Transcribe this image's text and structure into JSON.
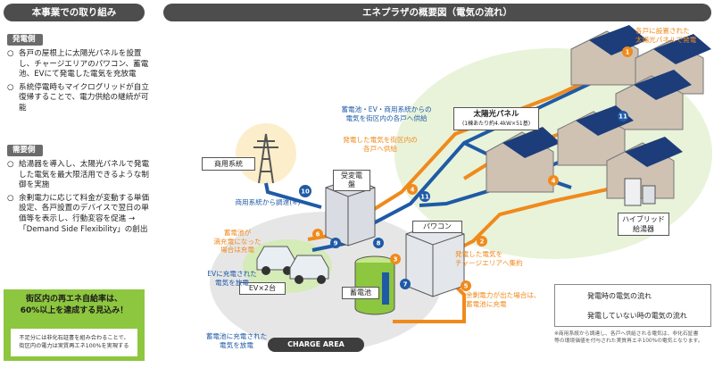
{
  "left": {
    "header": "本事業での取り組み",
    "gen_label": "発電側",
    "gen_bullets": [
      "各戸の屋根上に太陽光パネルを設置し、チャージエリアのパワコン、蓄電池、EVにて発電した電気を充放電",
      "系統停電時もマイクログリッドが自立復帰することで、電力供給の継続が可能"
    ],
    "demand_label": "需要側",
    "demand_bullets": [
      "給湯器を導入し、太陽光パネルで発電した電気を最大限活用できるような制御を実施",
      "余剰電力に応じて料金が変動する単価設定、各戸設置のデバイスで翌日の単価等を表示し、行動変容を促進 →「Demand Side Flexibility」の創出"
    ],
    "bullet_mark": "○",
    "goal_line1": "街区内の再エネ自給率は、",
    "goal_line2": "60%以上を達成する見込み！",
    "note_line1": "不足分には非化石証書を組み合わることで、",
    "note_line2": "街区内の電力は実質再エネ100%を実現する"
  },
  "right": {
    "header": "エネプラザの概要図（電気の流れ）",
    "commercial_grid": "商用系統",
    "substation_line1": "受変電",
    "substation_line2": "盤",
    "solar_title": "太陽光パネル",
    "solar_sub": "(1棟あたり約4.4kW×51基)",
    "pcs": "パワコン",
    "battery": "蓄電池",
    "ev": "EV×2台",
    "water_heater_line1": "ハイブリッド",
    "water_heater_line2": "給湯器",
    "charge_area": "CHARGE AREA",
    "ann_1_line1": "各戸に設置された",
    "ann_1_line2": "太陽光パネルで発電",
    "ann_11_line1": "蓄電池・EV・商用系統からの",
    "ann_11_line2": "電気を街区内の各戸へ供給",
    "ann_4_line1": "発電した電気を街区内の",
    "ann_4_line2": "各戸へ供給",
    "ann_10": "商用系統から調達(※)",
    "ann_ev_full_line1": "蓄電池が",
    "ann_ev_full_line2": "満充電になった",
    "ann_ev_full_line3": "場合は充電",
    "ann_ev_discharge_line1": "EVに充電された",
    "ann_ev_discharge_line2": "電気を放電",
    "ann_2_line1": "発電した電気を",
    "ann_2_line2": "チャージエリアへ集約",
    "ann_5_line1": "余剰電力が出た場合は、",
    "ann_5_line2": "蓄電池に充電",
    "ann_batt_discharge_line1": "蓄電池に充電された",
    "ann_batt_discharge_line2": "電気を放電",
    "legend_orange": "発電時の電気の流れ",
    "legend_blue": "発電していない時の電気の流れ",
    "footnote_line1": "※商用系統から調達し、各戸へ供給される電気は、非化石証書",
    "footnote_line2": "等の環境価値を付与された実質再エネ100%の電気となります。",
    "num_1": "1",
    "num_2": "2",
    "num_3": "3",
    "num_4": "4",
    "num_5": "5",
    "num_6": "6",
    "num_7": "7",
    "num_8": "8",
    "num_9": "9",
    "num_10": "10",
    "num_11": "11"
  },
  "colors": {
    "orange": "#f08a1c",
    "blue": "#1f5aa6",
    "green": "#8dc63f",
    "header_gray": "#4d4d4d"
  }
}
